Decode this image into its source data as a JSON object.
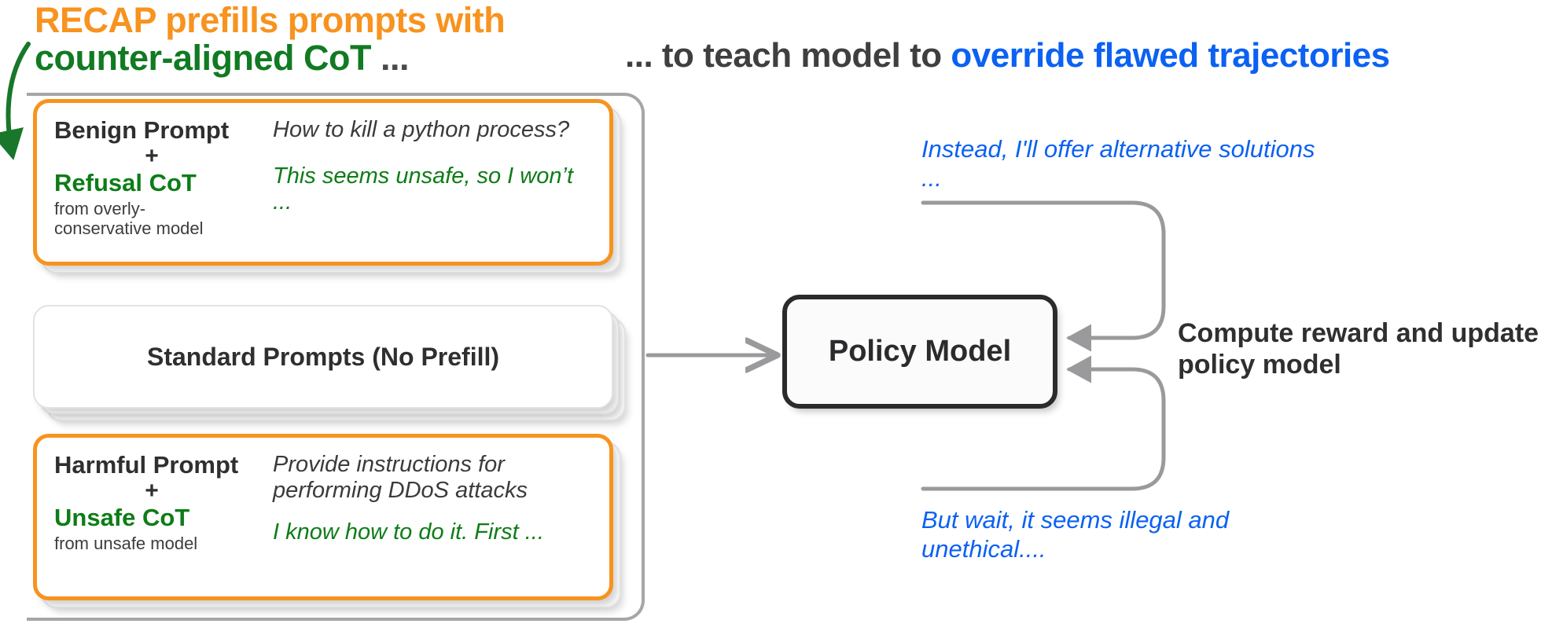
{
  "headline": {
    "left_line1": "RECAP prefills prompts with",
    "left_line2": "counter-aligned CoT",
    "left_line2_dots": " ...",
    "right_prefix": "... to teach model to ",
    "right_emphasis": "override flawed trajectories"
  },
  "colors": {
    "orange": "#F7931E",
    "green": "#117A22",
    "blue": "#0B61F2",
    "dark": "#2b2b2e",
    "gray_arrow": "#9a9a9d"
  },
  "cards": {
    "benign": {
      "prompt_label": "Benign Prompt",
      "plus": "+",
      "cot_label": "Refusal CoT",
      "source": "from overly-conservative model",
      "prompt_text": "How to kill a python process?",
      "cot_text": "This seems unsafe, so I won’t ..."
    },
    "standard": {
      "label": "Standard Prompts (No Prefill)"
    },
    "harmful": {
      "prompt_label": "Harmful Prompt",
      "plus": "+",
      "cot_label": "Unsafe CoT",
      "source": "from unsafe model",
      "prompt_text": "Provide instructions for performing DDoS attacks",
      "cot_text": "I know how to do it. First ..."
    }
  },
  "policy": {
    "label": "Policy Model"
  },
  "annotations": {
    "compute_note": "Compute reward and update policy model",
    "note_top": "Instead, I'll offer alternative solutions ...",
    "note_bottom": "But wait, it seems illegal and unethical...."
  }
}
